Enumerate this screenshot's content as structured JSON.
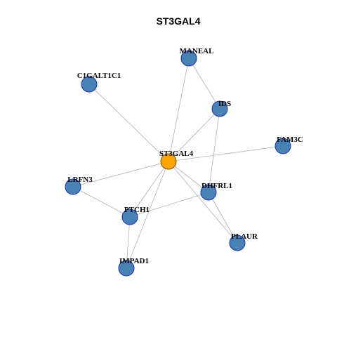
{
  "title": "ST3GAL4",
  "colors": {
    "node_fill": "#4682b4",
    "center_fill": "#ffa500",
    "node_stroke": "#1f2fbf",
    "center_stroke": "#7a4a00",
    "edge": "#b0b0b0"
  },
  "nodes": [
    {
      "id": "ST3GAL4",
      "label": "ST3GAL4",
      "center": true
    },
    {
      "id": "MANEAL",
      "label": "MANEAL"
    },
    {
      "id": "C1GALT1C1",
      "label": "C1GALT1C1"
    },
    {
      "id": "IDS",
      "label": "IDS"
    },
    {
      "id": "FAM3C",
      "label": "FAM3C"
    },
    {
      "id": "LRFN3",
      "label": "LRFN3"
    },
    {
      "id": "DHFRL1",
      "label": "DHFRL1"
    },
    {
      "id": "PTCH1",
      "label": "PTCH1"
    },
    {
      "id": "PLAUR",
      "label": "PLAUR"
    },
    {
      "id": "IMPAD1",
      "label": "IMPAD1"
    }
  ],
  "edges": [
    [
      "ST3GAL4",
      "MANEAL"
    ],
    [
      "ST3GAL4",
      "C1GALT1C1"
    ],
    [
      "ST3GAL4",
      "IDS"
    ],
    [
      "ST3GAL4",
      "FAM3C"
    ],
    [
      "ST3GAL4",
      "LRFN3"
    ],
    [
      "ST3GAL4",
      "DHFRL1"
    ],
    [
      "ST3GAL4",
      "PTCH1"
    ],
    [
      "ST3GAL4",
      "PLAUR"
    ],
    [
      "ST3GAL4",
      "IMPAD1"
    ],
    [
      "MANEAL",
      "IDS"
    ],
    [
      "IDS",
      "DHFRL1"
    ],
    [
      "LRFN3",
      "PTCH1"
    ],
    [
      "PTCH1",
      "DHFRL1"
    ],
    [
      "PTCH1",
      "IMPAD1"
    ],
    [
      "DHFRL1",
      "PLAUR"
    ]
  ]
}
